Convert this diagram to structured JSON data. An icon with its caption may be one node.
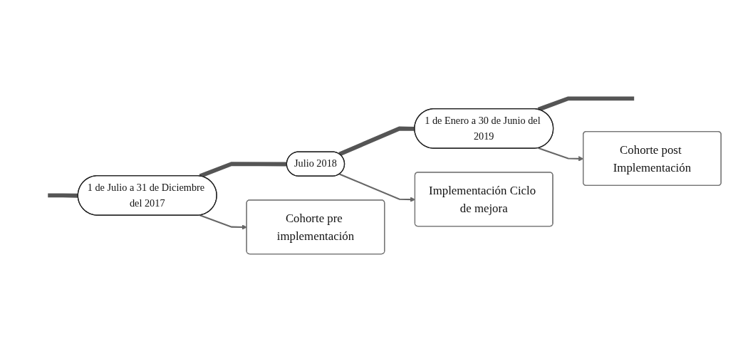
{
  "diagram": {
    "nodes": [
      {
        "text": [
          "1 de Julio a 31 de Diciembre del 2017"
        ]
      },
      {
        "text": [
          "Julio 2018"
        ]
      },
      {
        "text": [
          "1 de Enero a 30 de Junio del 2019"
        ]
      },
      {
        "text": [
          "Implementación Ciclo de mejora"
        ]
      },
      {
        "text": [
          "Cohorte pre implementación"
        ]
      },
      {
        "text": [
          "Cohorte post Implementación"
        ]
      }
    ],
    "edges": [
      {
        "from": null,
        "to": 0,
        "arrow": "none"
      },
      {
        "from": 0,
        "to": 1,
        "arrow": "none"
      },
      {
        "from": 1,
        "to": 2,
        "arrow": "none"
      },
      {
        "from": 2,
        "to": null,
        "arrow": "none"
      },
      {
        "from": 1,
        "to": 3,
        "arrow": "to"
      },
      {
        "from": 0,
        "to": 4,
        "arrow": "to"
      },
      {
        "from": 2,
        "to": 5,
        "arrow": "to"
      }
    ]
  }
}
